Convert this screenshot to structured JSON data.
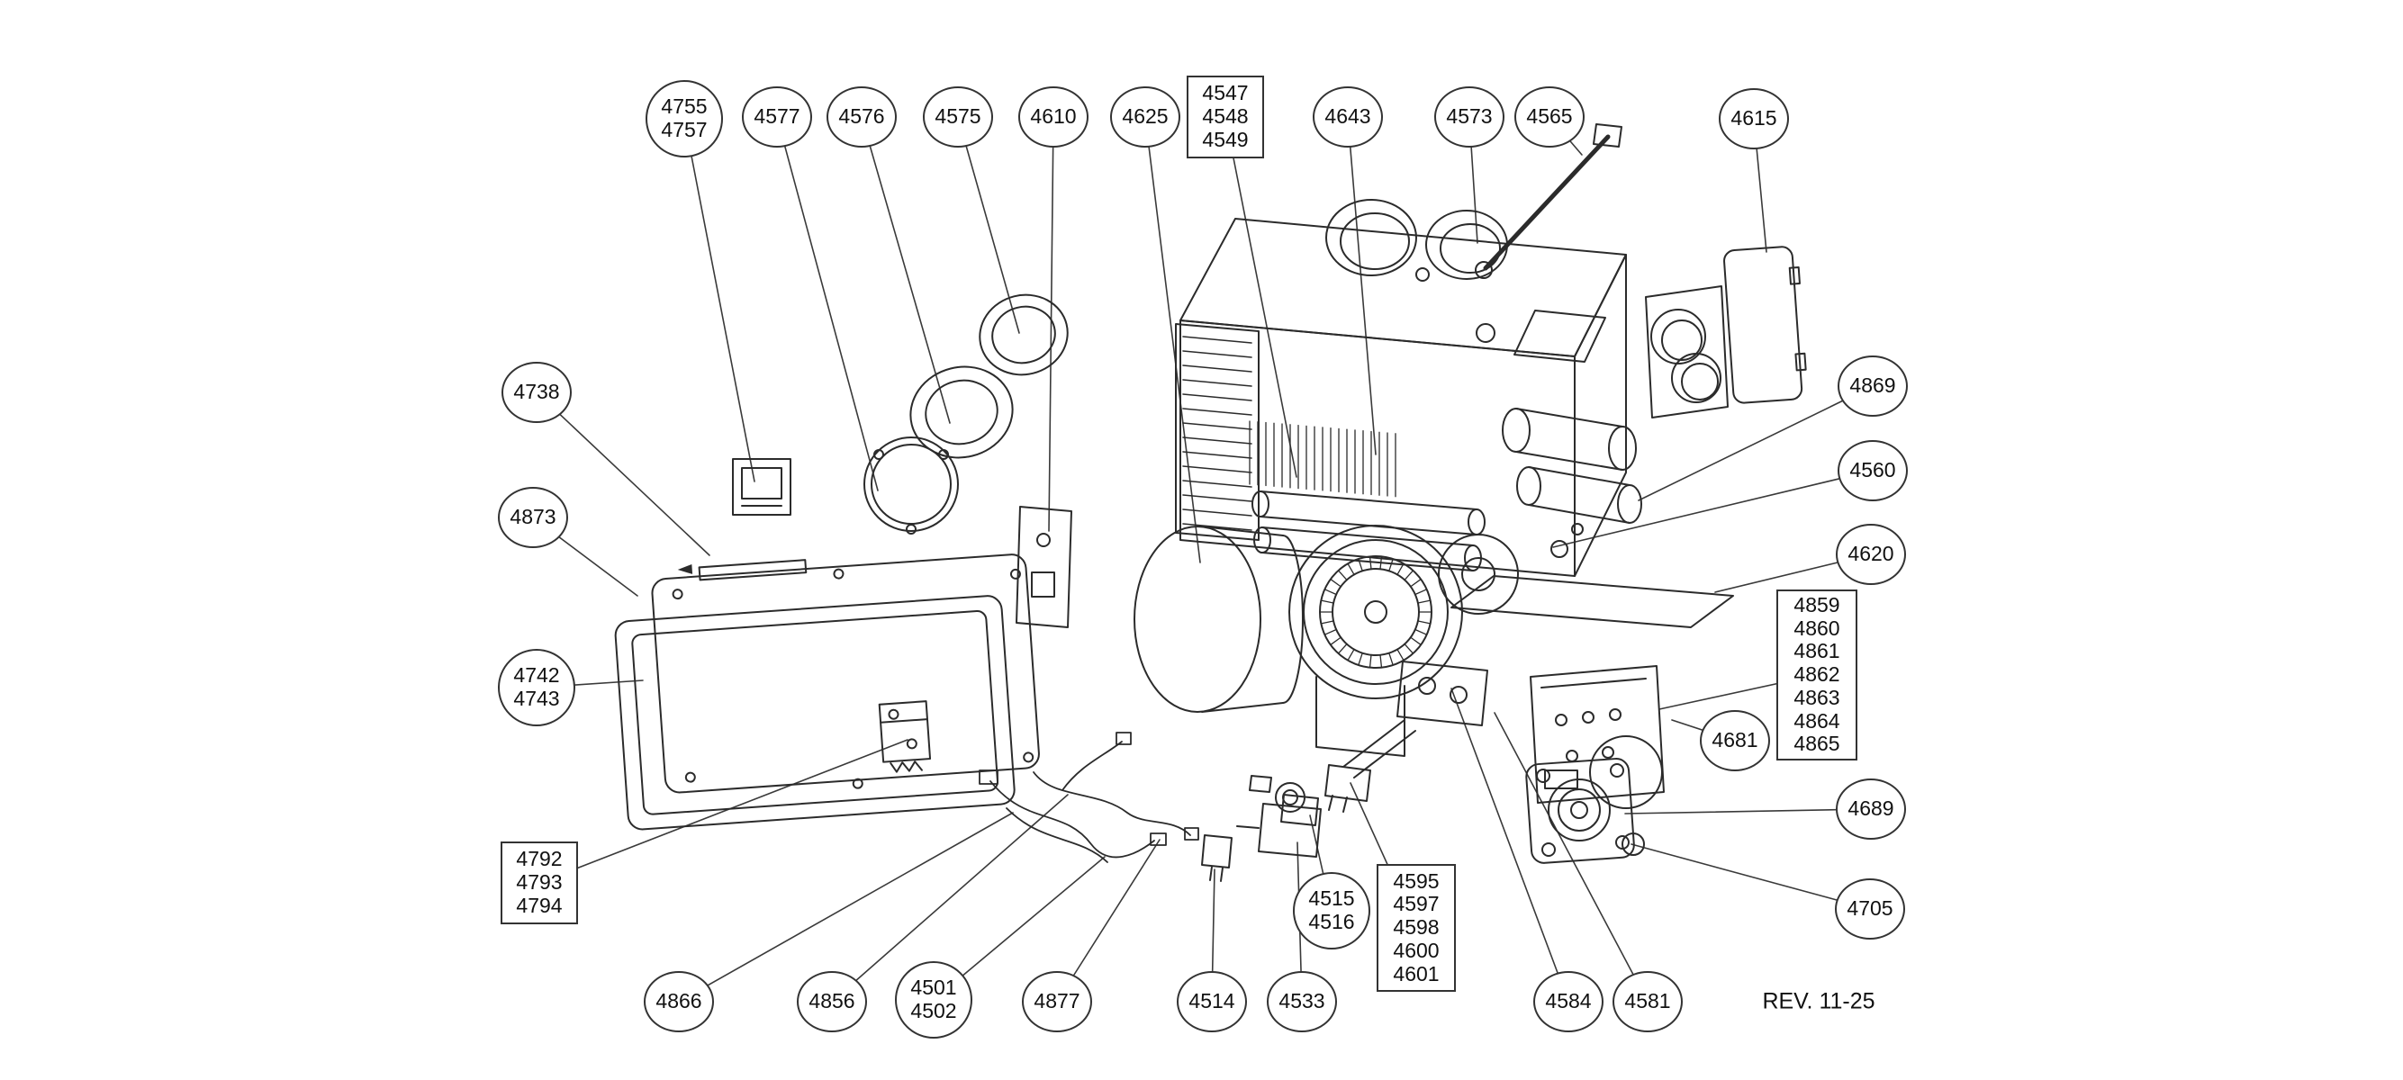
{
  "rev_label": "REV. 11-25",
  "balloons": [
    {
      "text": "4755\n4757",
      "shape": "circle"
    },
    {
      "text": "4577",
      "shape": "circle"
    },
    {
      "text": "4576",
      "shape": "circle"
    },
    {
      "text": "4575",
      "shape": "circle"
    },
    {
      "text": "4610",
      "shape": "circle"
    },
    {
      "text": "4625",
      "shape": "circle"
    },
    {
      "text": "4547\n4548\n4549",
      "shape": "box"
    },
    {
      "text": "4643",
      "shape": "circle"
    },
    {
      "text": "4573",
      "shape": "circle"
    },
    {
      "text": "4565",
      "shape": "circle"
    },
    {
      "text": "4615",
      "shape": "circle"
    },
    {
      "text": "4869",
      "shape": "circle"
    },
    {
      "text": "4560",
      "shape": "circle"
    },
    {
      "text": "4620",
      "shape": "circle"
    },
    {
      "text": "4859\n4860\n4861\n4862\n4863\n4864\n4865",
      "shape": "box"
    },
    {
      "text": "4681",
      "shape": "circle"
    },
    {
      "text": "4689",
      "shape": "circle"
    },
    {
      "text": "4705",
      "shape": "circle"
    },
    {
      "text": "4738",
      "shape": "circle"
    },
    {
      "text": "4873",
      "shape": "circle"
    },
    {
      "text": "4742\n4743",
      "shape": "circle"
    },
    {
      "text": "4792\n4793\n4794",
      "shape": "box"
    },
    {
      "text": "4866",
      "shape": "circle"
    },
    {
      "text": "4856",
      "shape": "circle"
    },
    {
      "text": "4501\n4502",
      "shape": "circle"
    },
    {
      "text": "4877",
      "shape": "circle"
    },
    {
      "text": "4514",
      "shape": "circle"
    },
    {
      "text": "4533",
      "shape": "circle"
    },
    {
      "text": "4515\n4516",
      "shape": "circle"
    },
    {
      "text": "4595\n4597\n4598\n4600\n4601",
      "shape": "box"
    },
    {
      "text": "4584",
      "shape": "circle"
    },
    {
      "text": "4581",
      "shape": "circle"
    }
  ]
}
